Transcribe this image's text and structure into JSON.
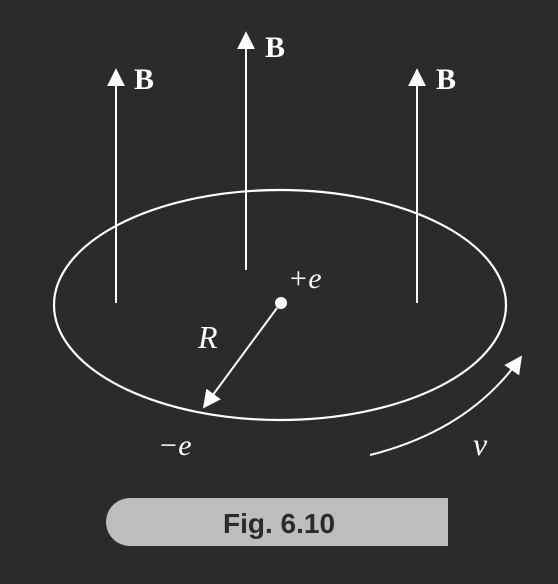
{
  "figure": {
    "field_label": "B",
    "charge_center": "+e",
    "charge_electron": "−e",
    "radius_label": "R",
    "velocity_label": "v",
    "caption": "Fig. 6.10"
  },
  "colors": {
    "background": "#2b2b2b",
    "foreground": "#ffffff",
    "caption_fill": "#bdbdbd",
    "caption_text": "#2b2b2b"
  }
}
